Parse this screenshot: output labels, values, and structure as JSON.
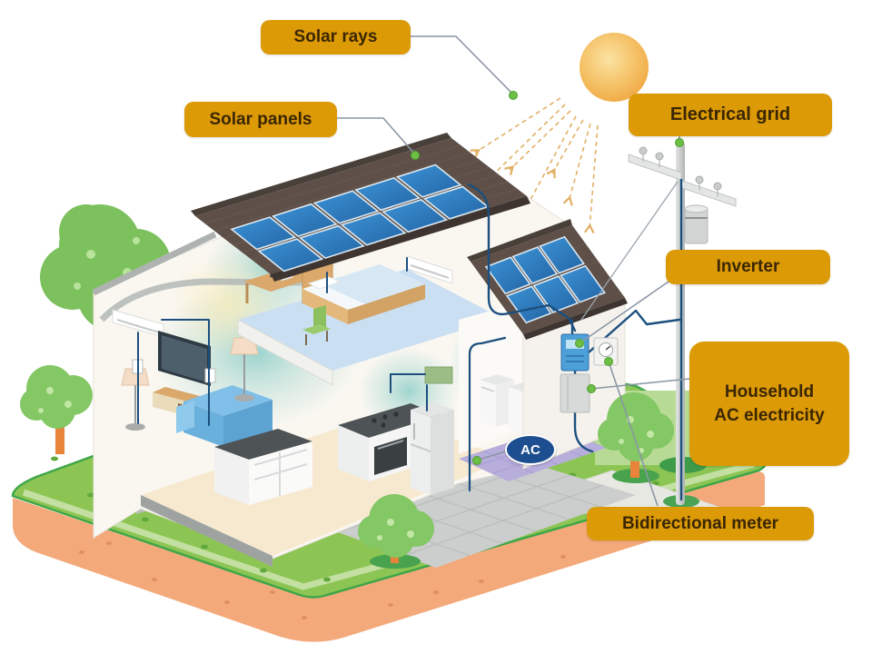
{
  "labels": {
    "solar_rays": "Solar rays",
    "solar_panels": "Solar panels",
    "electrical_grid": "Electrical grid",
    "inverter": "Inverter",
    "household_ac_line1": "Household",
    "household_ac_line2": "AC electricity",
    "bidirectional_meter": "Bidirectional meter"
  },
  "badges": {
    "ac": "AC"
  },
  "solar_arrays": {
    "main_roof": {
      "rows": 2,
      "cols": 5
    },
    "secondary_roof": {
      "rows": 2,
      "cols": 3
    }
  },
  "colors": {
    "label_bg": "#DC9A06",
    "label_text": "#3A2603",
    "panel_blue": "#2E7FC2",
    "roof_brown": "#5E5048",
    "wire_blue": "#1C4F7E",
    "grass_green": "#8CC553",
    "soil_orange": "#F4A97B",
    "sun_orange": "#F2B14E",
    "leader_dot_green": "#6CBE45",
    "ac_badge_bg": "#1D4E8F"
  }
}
